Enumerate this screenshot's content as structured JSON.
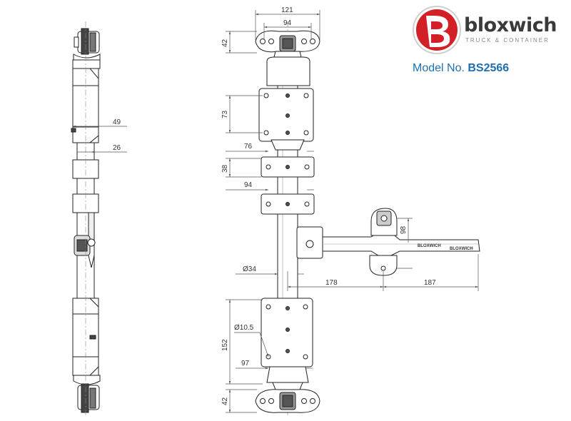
{
  "brand": {
    "name": "bloxwich",
    "tagline": "TRUCK & CONTAINER",
    "model_label": "Model No.",
    "model_number": "BS2566",
    "colors": {
      "red": "#d32027",
      "blue": "#1e6fb0",
      "dark": "#3a3a3a"
    }
  },
  "dimensions": {
    "top_width_outer": "121",
    "top_width_inner": "94",
    "top_height": "42",
    "bracket_height": "73",
    "side_rod_49": "49",
    "side_rod_26": "26",
    "guide_76": "76",
    "guide_height": "38",
    "guide_94": "94",
    "diameter_rod": "Ø34",
    "handle_178": "178",
    "handle_187": "187",
    "handle_98": "98",
    "hole_diameter": "Ø10.5",
    "bottom_height": "152",
    "bottom_97": "97",
    "bottom_42": "42"
  },
  "handle_labels": {
    "label_a": "BLOXWICH",
    "label_b": "BLOXWICH"
  }
}
